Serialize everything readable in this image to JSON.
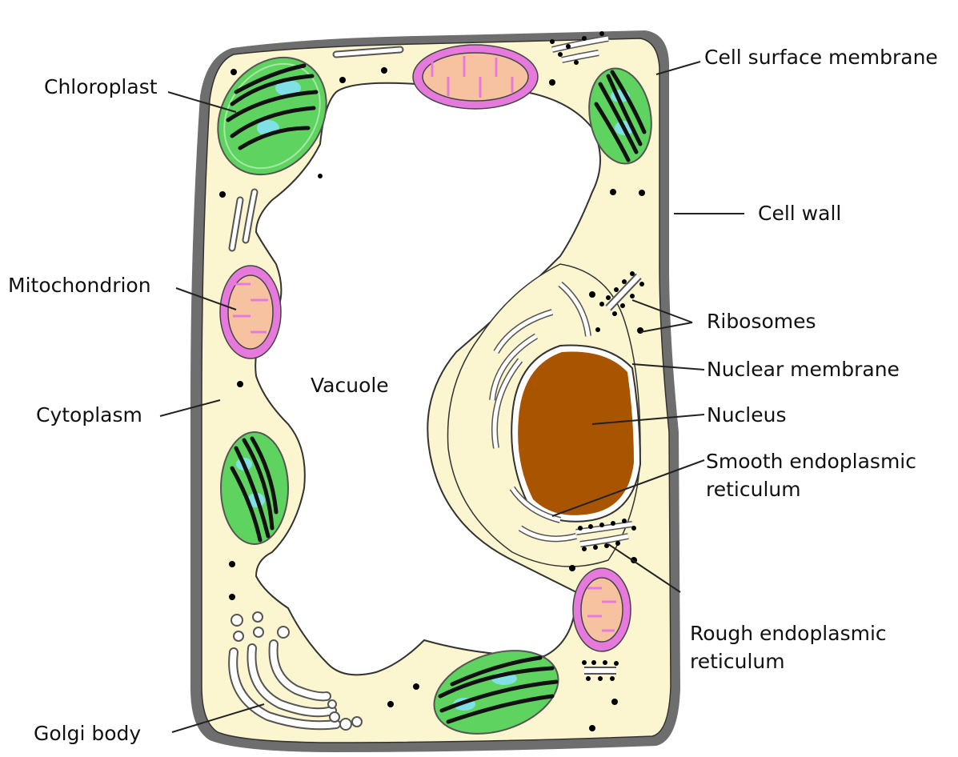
{
  "diagram": {
    "labels": {
      "chloroplast": "Chloroplast",
      "cell_surface_membrane": "Cell surface membrane",
      "cell_wall": "Cell wall",
      "mitochondrion": "Mitochondrion",
      "ribosomes": "Ribosomes",
      "nuclear_membrane": "Nuclear membrane",
      "cytoplasm": "Cytoplasm",
      "vacuole": "Vacuole",
      "nucleus": "Nucleus",
      "smooth_er_line1": "Smooth endoplasmic",
      "smooth_er_line2": "reticulum",
      "rough_er_line1": "Rough endoplasmic",
      "rough_er_line2": "reticulum",
      "golgi_body": "Golgi body"
    },
    "colors": {
      "cell_wall": "#6e6e6e",
      "cytoplasm": "#fbf6cf",
      "vacuole": "#ffffff",
      "chloroplast": "#5fd35f",
      "thylakoid": "#111111",
      "stroma_spot": "#7fe0e6",
      "mitochondrion_outer": "#e679dc",
      "mitochondrion_inner": "#f7c2a0",
      "nucleus": "#a95400",
      "ribosome": "#000000"
    }
  }
}
